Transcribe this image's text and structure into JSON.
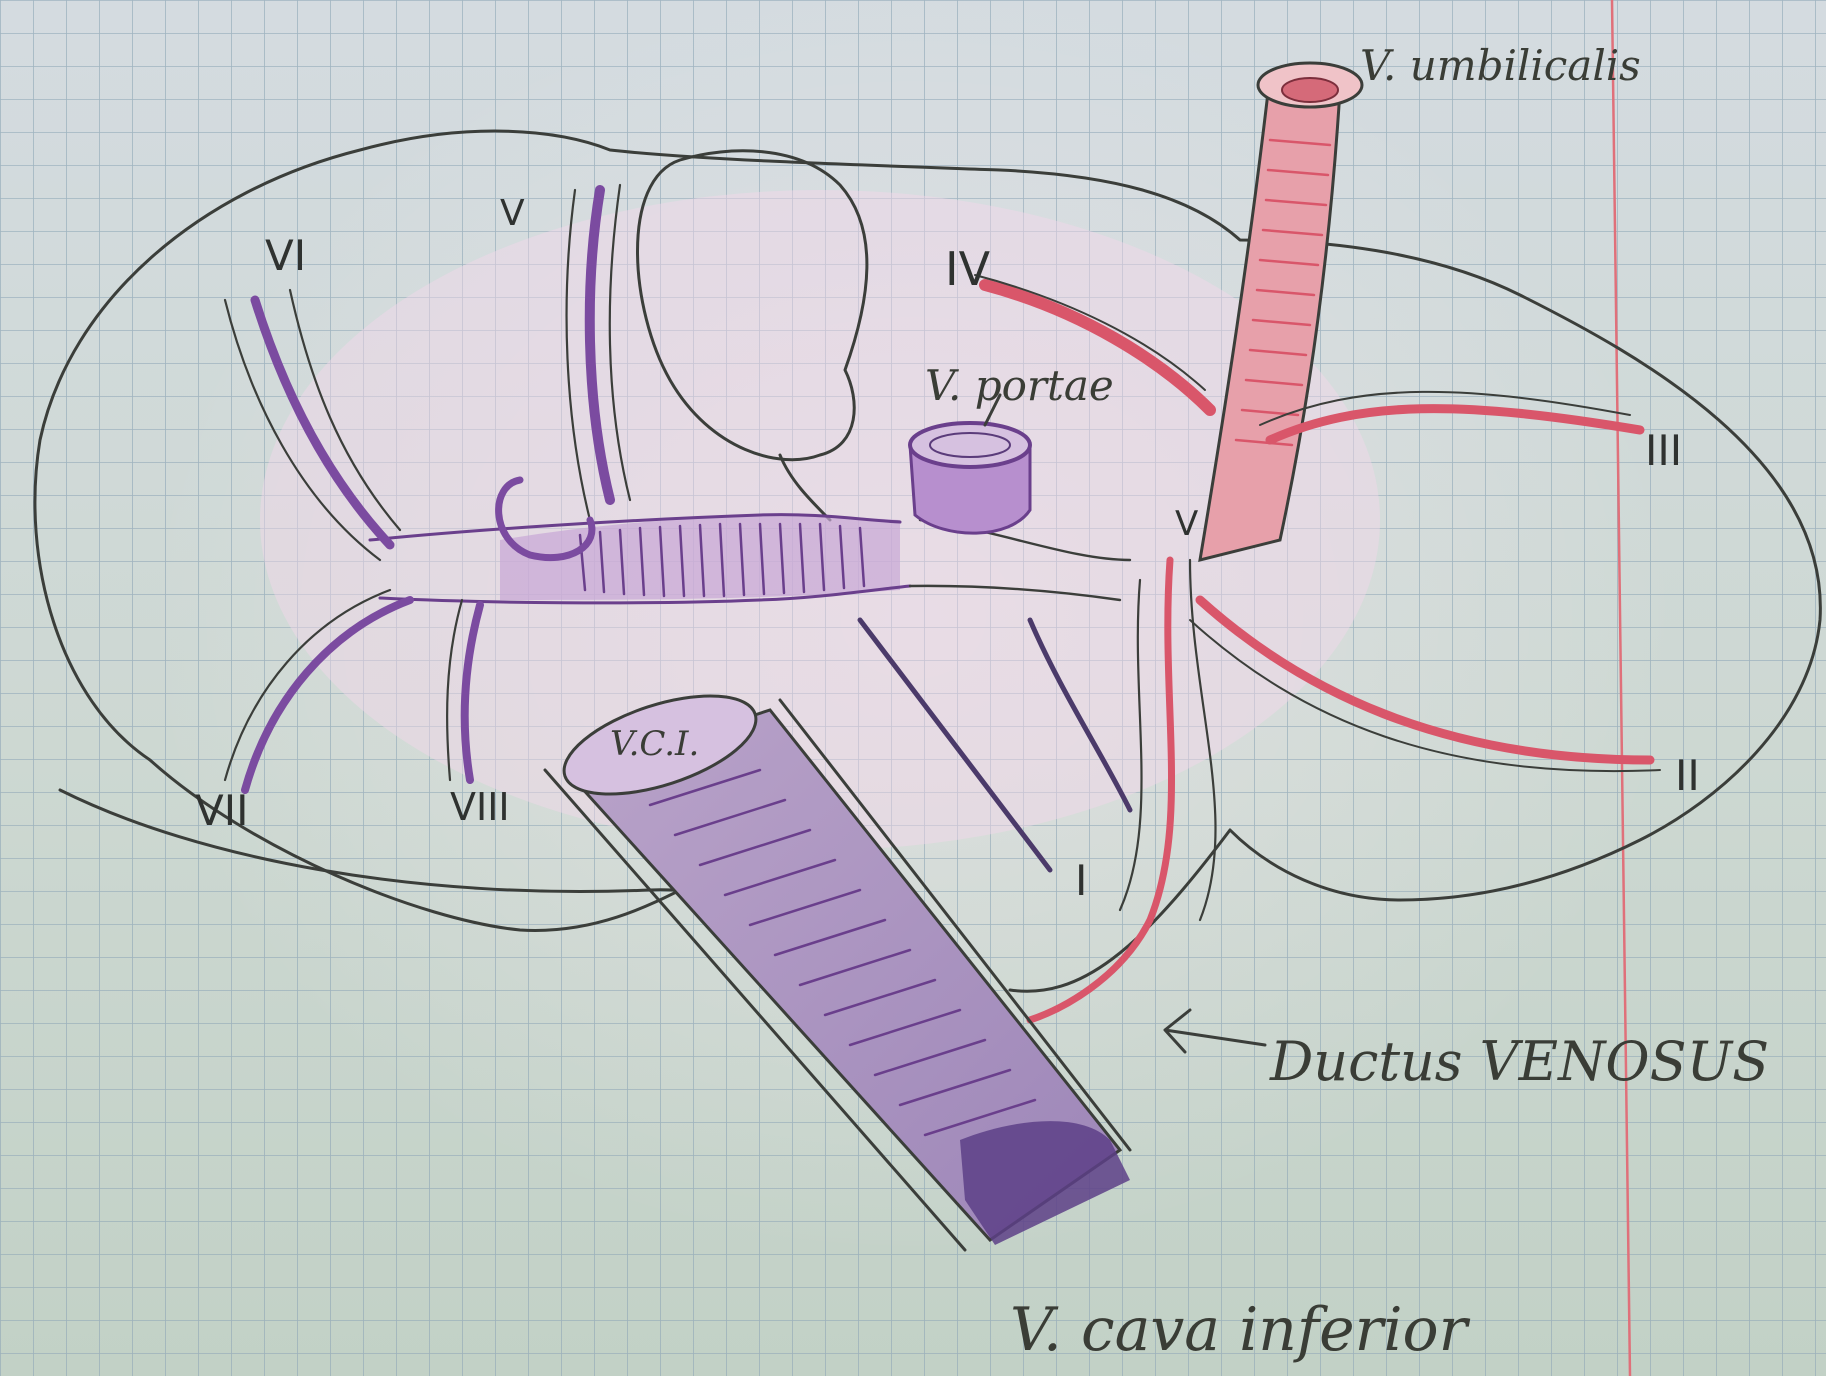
{
  "labels": {
    "umbilicalis": "V. umbilicalis",
    "portae": "V. portae",
    "cava_inferior": "V. cava inferior",
    "ductus_venosus": "Ductus VENOSUS",
    "vci_abbrev": "V.C.I.",
    "seg_I": "I",
    "seg_II": "II",
    "seg_III": "III",
    "seg_IV": "IV",
    "seg_V": "V",
    "seg_VI": "VI",
    "seg_VII": "VII",
    "seg_VIII": "VIII",
    "seg_V_small": "V"
  },
  "colors": {
    "paper": "#cdd8d2",
    "grid": "#8ea6b6",
    "margin_line": "#e0707a",
    "pencil": "#3b3e3a",
    "violet": "#6a3f8c",
    "red": "#d9566a"
  }
}
